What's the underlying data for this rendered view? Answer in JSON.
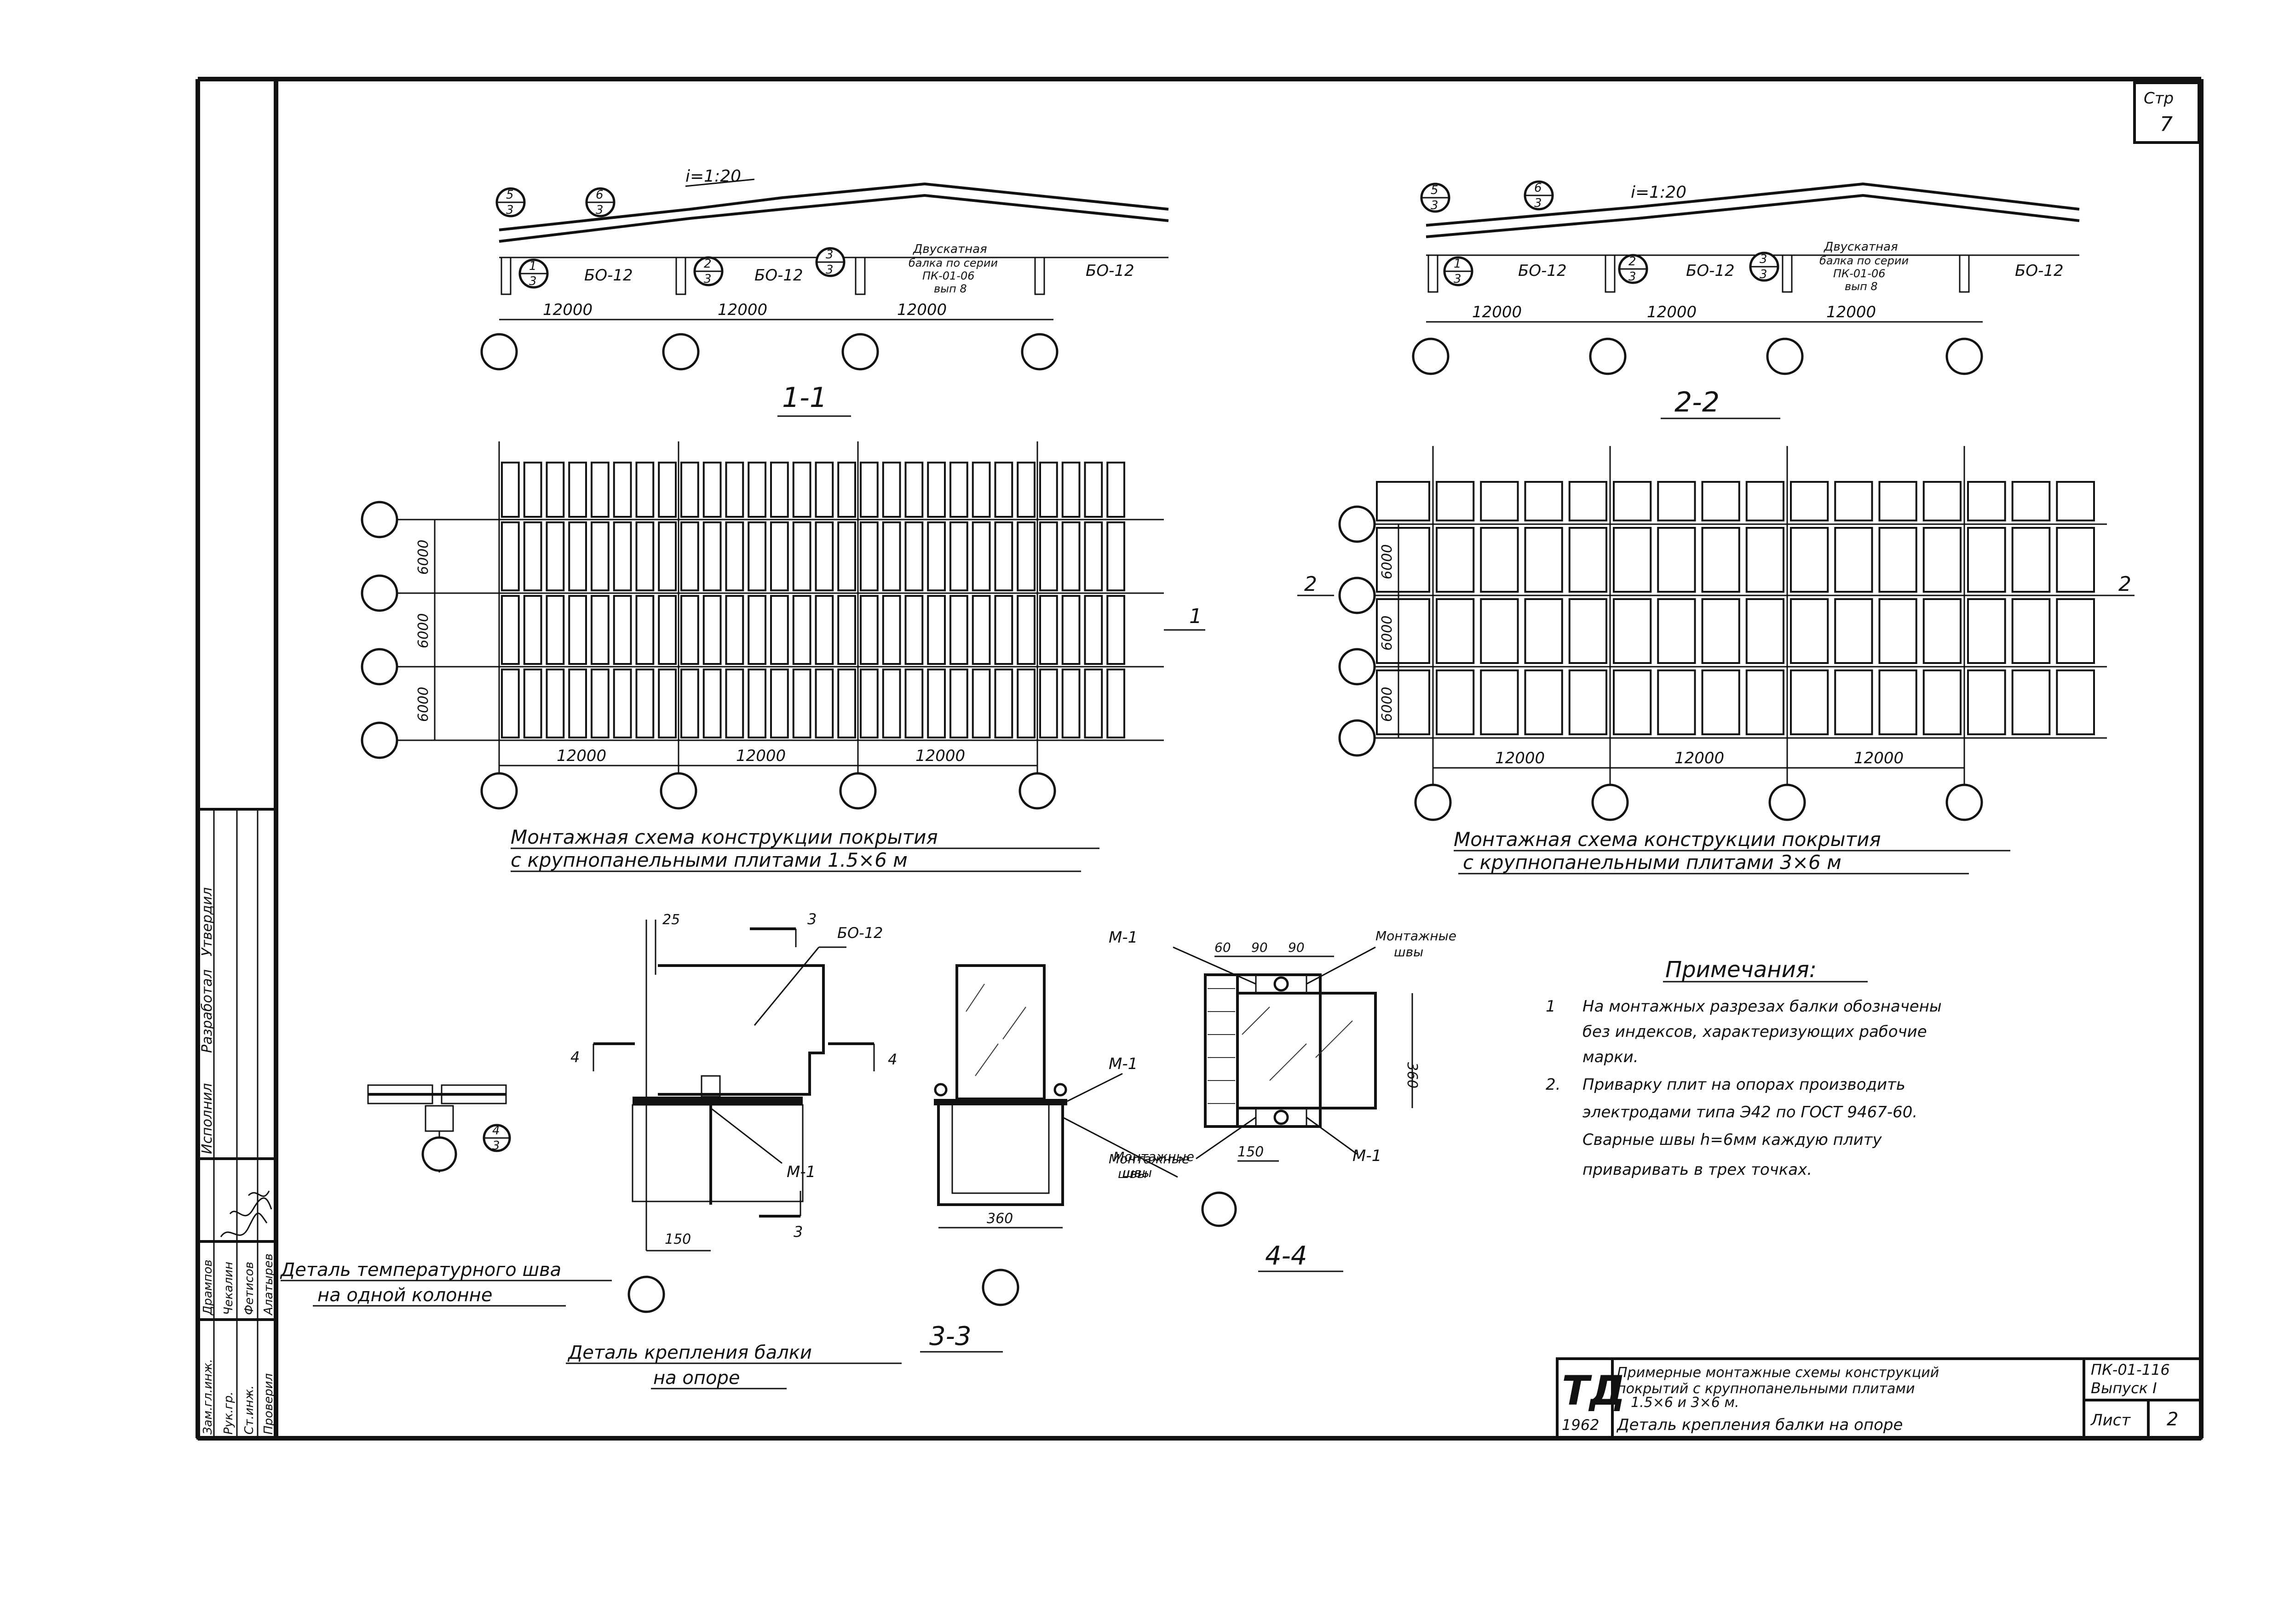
{
  "sheet": {
    "page_label": "Стр",
    "page_number": "7"
  },
  "section_1_1": {
    "slope": "i=1:20",
    "beam_labels": [
      "БО-12",
      "БО-12",
      "БО-12"
    ],
    "beam_note": [
      "Двускатная",
      "балка по серии",
      "ПК-01-06",
      "вып 8"
    ],
    "spans": [
      "12000",
      "12000",
      "12000"
    ],
    "callouts": [
      {
        "top": "5",
        "bottom": "3"
      },
      {
        "top": "6",
        "bottom": "3"
      },
      {
        "top": "1",
        "bottom": "3"
      },
      {
        "top": "2",
        "bottom": "3"
      },
      {
        "top": "3",
        "bottom": "3"
      }
    ],
    "title": "1-1"
  },
  "section_2_2": {
    "slope": "i=1:20",
    "beam_labels": [
      "БО-12",
      "БО-12",
      "БО-12"
    ],
    "beam_note": [
      "Двускатная",
      "балка по серии",
      "ПК-01-06",
      "вып 8"
    ],
    "spans": [
      "12000",
      "12000",
      "12000"
    ],
    "callouts": [
      {
        "top": "5",
        "bottom": "3"
      },
      {
        "top": "6",
        "bottom": "3"
      },
      {
        "top": "1",
        "bottom": "3"
      },
      {
        "top": "2",
        "bottom": "3"
      },
      {
        "top": "3",
        "bottom": "3"
      }
    ],
    "title": "2-2"
  },
  "plan_left": {
    "row_dims": [
      "6000",
      "6000",
      "6000"
    ],
    "col_dims": [
      "12000",
      "12000",
      "12000"
    ],
    "section_mark": "1",
    "title_line1": "Монтажная схема конструкции покрытия",
    "title_line2": "с крупнопанельными плитами 1.5×6 м"
  },
  "plan_right": {
    "row_dims": [
      "6000",
      "6000",
      "6000"
    ],
    "col_dims": [
      "12000",
      "12000",
      "12000"
    ],
    "section_mark_left": "2",
    "section_mark_right": "2",
    "title_line1": "Монтажная схема конструкции покрытия",
    "title_line2": "с крупнопанельными плитами 3×6 м"
  },
  "detail_joint": {
    "callout": {
      "top": "4",
      "bottom": "3"
    },
    "title_line1": "Деталь температурного шва",
    "title_line2": "на одной колонне"
  },
  "detail_support": {
    "dim_top": "25",
    "dim_bottom": "150",
    "beam_label": "БО-12",
    "section_mark_3": "3",
    "section_mark_4": "4",
    "part_label": "М-1",
    "title_line1": "Деталь крепления балки",
    "title_line2": "на опоре"
  },
  "section_3_3": {
    "part_label": "М-1",
    "weld_label": [
      "Монтажные",
      "швы"
    ],
    "dim_bottom": "360",
    "title": "3-3"
  },
  "section_4_4": {
    "dims_top": [
      "60",
      "90",
      "90"
    ],
    "weld_label": [
      "Монтажные",
      "швы"
    ],
    "part_label_top": "М-1",
    "part_label_bottom": "М-1",
    "dim_side": "360",
    "dim_bottom": "150",
    "title": "4-4"
  },
  "notes": {
    "heading": "Примечания:",
    "items": [
      {
        "num": "1",
        "lines": [
          "На монтажных разрезах балки обозначены",
          "без индексов, характеризующих рабочие",
          "марки."
        ]
      },
      {
        "num": "2.",
        "lines": [
          "Приварку плит на опорах производить",
          "электродами типа Э42 по ГОСТ 9467-60.",
          "Сварные швы h=6мм каждую плиту",
          "приваривать в трех точках."
        ]
      }
    ]
  },
  "title_block": {
    "logo": "ТД",
    "year": "1962",
    "description": [
      "Примерные монтажные схемы конструкций",
      "покрытий с крупнопанельными плитами",
      "1.5×6 и 3×6 м.",
      "Деталь крепления балки на опоре"
    ],
    "series": "ПК-01-116",
    "issue": "Выпуск I",
    "sheet_label": "Лист",
    "sheet_number": "2"
  },
  "side_stamp": {
    "roles": [
      "Зам.гл.инж.",
      "Рук.гр.",
      "Ст.инж.",
      "Проверил"
    ],
    "names": [
      "Дрампов",
      "Чекалин",
      "Фетисов",
      "Алатырев"
    ],
    "vertical_labels": [
      "Исполнил",
      "Разработал",
      "Утвердил"
    ]
  }
}
